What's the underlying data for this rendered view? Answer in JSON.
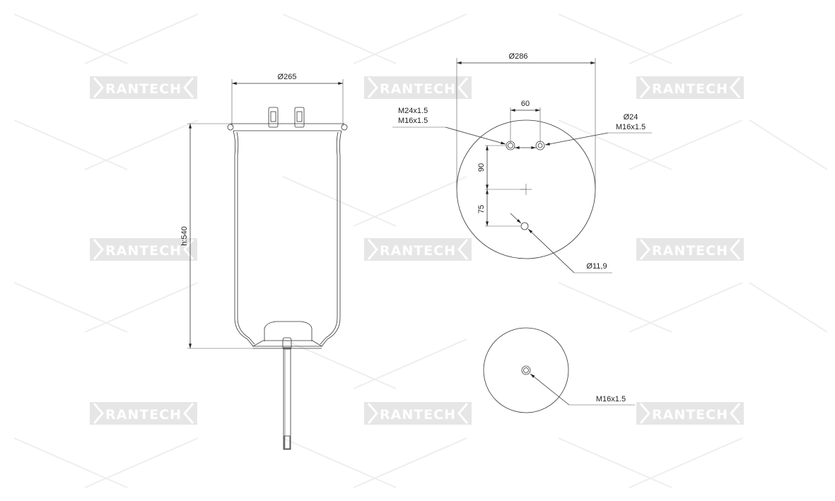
{
  "watermark": {
    "brand": "RANTECH"
  },
  "side_view": {
    "diameter_label": "Ø265",
    "height_label": "h:540"
  },
  "top_plate_view": {
    "diameter_label": "Ø286",
    "spacing_label": "60",
    "left_port_label_1": "M24x1.5",
    "left_port_label_2": "M16x1.5",
    "right_port_label_1": "Ø24",
    "right_port_label_2": "M16x1.5",
    "offset_upper_label": "90",
    "offset_lower_label": "75",
    "small_hole_label": "Ø11,9"
  },
  "bottom_view": {
    "thread_label": "M16x1.5"
  }
}
